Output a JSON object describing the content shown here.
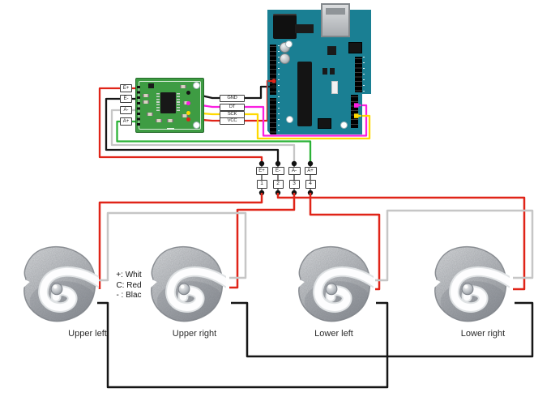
{
  "colors": {
    "wire_red": "#e02418",
    "wire_black": "#161616",
    "wire_gray": "#c6c6c6",
    "wire_green": "#2bb237",
    "wire_magenta": "#fa1ee0",
    "wire_yellow": "#ffd900",
    "arduino_teal": "#1a7f93",
    "hx711_green": "#3e9c43",
    "label_ink": "#1c1c1c"
  },
  "hx711": {
    "left_pins": [
      "E+",
      "E-",
      "A-",
      "A+"
    ],
    "right_pins": [
      "GND",
      "DT",
      "SCK",
      "VCC"
    ]
  },
  "terminals": {
    "labels": [
      "E+",
      "E-",
      "A-",
      "A+"
    ],
    "numbers": [
      "1",
      "2",
      "3",
      "4"
    ]
  },
  "legend": {
    "lines": [
      "+: Whit",
      "C: Red",
      "- : Blac"
    ]
  },
  "load_cells": {
    "upper_left": "Upper left",
    "upper_right": "Upper right",
    "lower_left": "Lower left",
    "lower_right": "Lower right"
  }
}
